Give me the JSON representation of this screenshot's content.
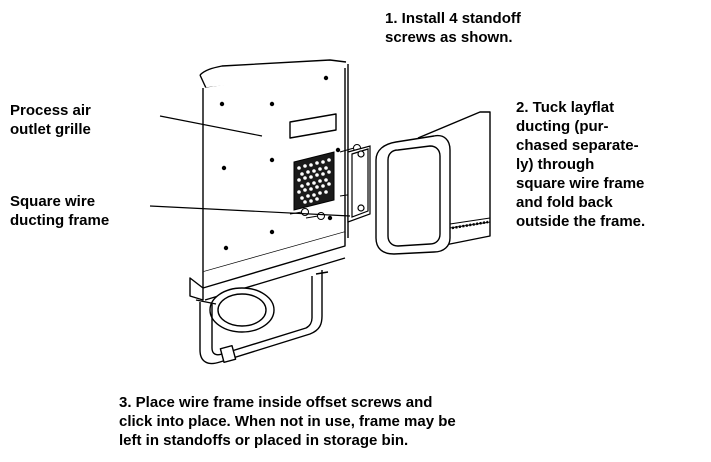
{
  "labels": {
    "step1": "1. Install 4 standoff\nscrews as shown.",
    "step2": "2. Tuck layflat\nducting (pur-\nchased separate-\nly) through\nsquare wire frame\nand fold back\noutside the frame.",
    "step3": "3. Place wire frame inside offset screws and\nclick into place. When not in use, frame may be\nleft in standoffs or placed in storage bin.",
    "grille": "Process air\noutlet grille",
    "frame": "Square wire\nducting frame"
  }
}
